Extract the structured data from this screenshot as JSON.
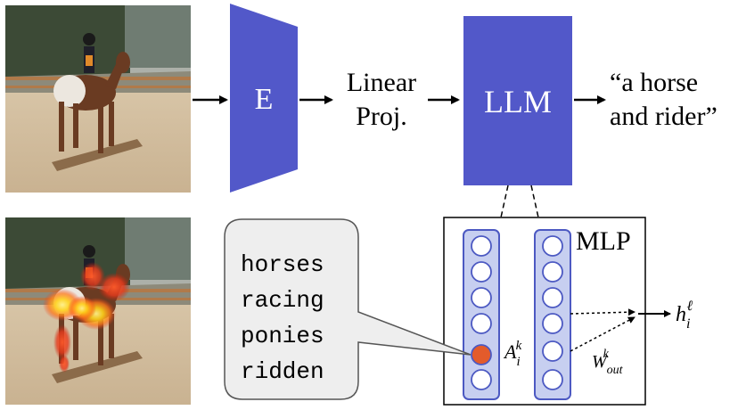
{
  "pipeline": {
    "encoder_label": "E",
    "projection_label_line1": "Linear",
    "projection_label_line2": "Proj.",
    "llm_label": "LLM",
    "output_line1": "“a horse",
    "output_line2": "and rider”"
  },
  "mlp": {
    "title": "MLP",
    "activation_label_base": "A",
    "activation_label_sub": "i",
    "activation_label_sup": "k",
    "weight_label_base": "W",
    "weight_label_sub": "out",
    "weight_label_sup": "k",
    "hidden_label_base": "h",
    "hidden_label_sub": "i",
    "hidden_label_sup": "ℓ"
  },
  "concept_words": [
    "horses",
    "racing",
    "ponies",
    "ridden"
  ],
  "colors": {
    "block_blue": "#5258c9",
    "column_fill": "#c7cff0",
    "column_stroke": "#4c59c2",
    "active_neuron": "#e35b2b",
    "callout_fill": "#eeeeee",
    "callout_stroke": "#555555",
    "heat_red": "#e83a1c",
    "heat_yellow": "#ffd21a"
  },
  "images": [
    {
      "name": "input-photo",
      "description_icon": "horse-rider-photo"
    },
    {
      "name": "heatmap-photo",
      "description_icon": "horse-rider-heatmap"
    }
  ]
}
